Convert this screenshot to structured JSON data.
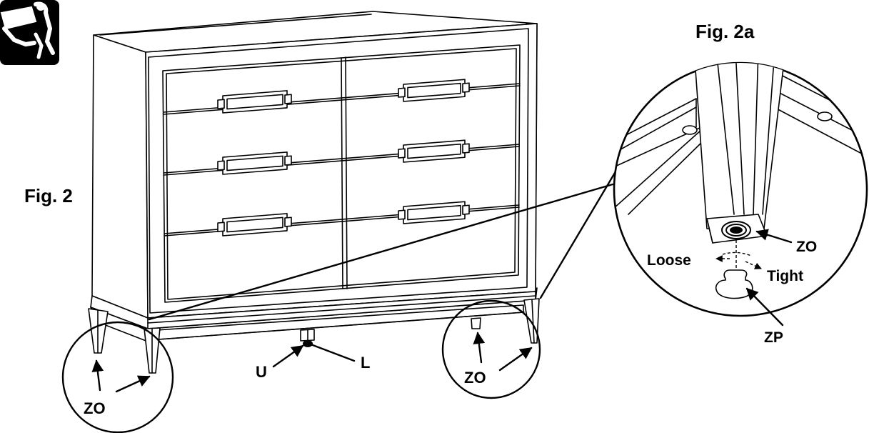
{
  "figure": {
    "fig2_label": "Fig. 2",
    "fig2a_label": "Fig. 2a"
  },
  "labels": {
    "zo_left": "ZO",
    "zo_right": "ZO",
    "zo_detail": "ZO",
    "zp": "ZP",
    "u": "U",
    "l": "L",
    "loose": "Loose",
    "tight": "Tight"
  },
  "icons": {
    "two_person_lift": "two-person-lift-icon",
    "arrow": "arrow-icon"
  },
  "colors": {
    "ink": "#000000",
    "paper": "#ffffff"
  }
}
